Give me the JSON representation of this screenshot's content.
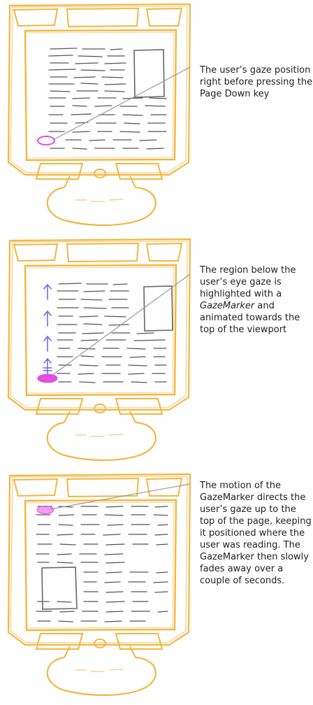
{
  "colors": {
    "monitor_outline": "#f2b640",
    "text_lines": "#555555",
    "image_box": "#666666",
    "gaze_marker": "#e14fe1",
    "pointer_line": "#9a9a9a",
    "arrow": "#6a6ae6"
  },
  "panels": [
    {
      "caption": "The user’s gaze position right before pressing the Page Down key",
      "gaze_marker_style": "outline"
    },
    {
      "caption_before": "The region below the user’s eye gaze is highlighted with a ",
      "caption_emphasis": "GazeMarker",
      "caption_after": " and animated towards the top of the viewport",
      "gaze_marker_style": "filled"
    },
    {
      "caption": "The motion of the GazeMarker directs the user’s gaze up to the top of the page, keeping it positioned where the user was reading. The GazeMarker then slowly fades away over a couple of seconds.",
      "gaze_marker_style": "faded"
    }
  ]
}
